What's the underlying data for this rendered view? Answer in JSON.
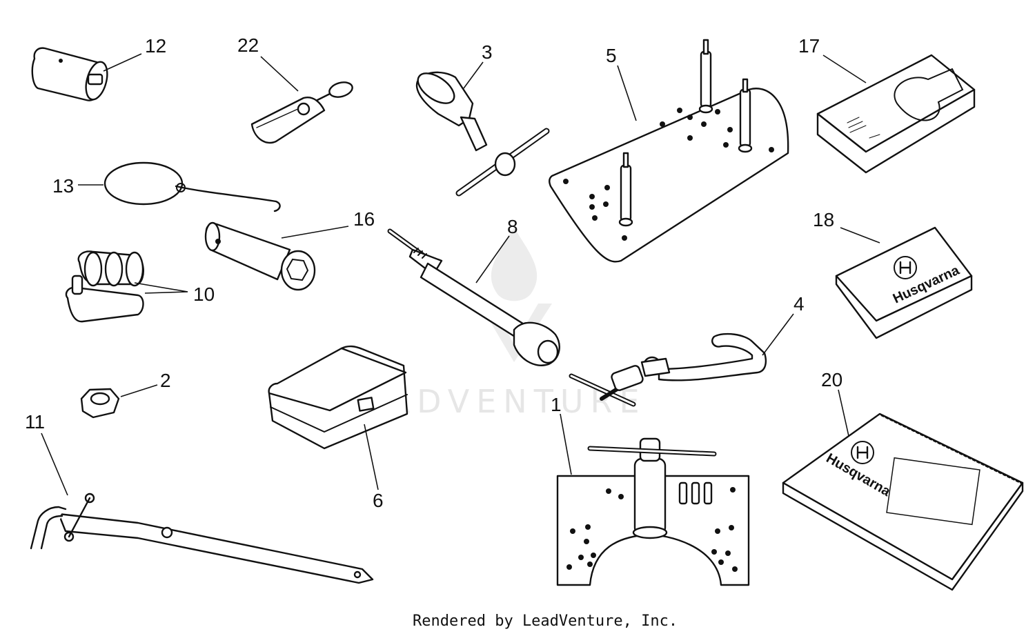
{
  "callouts": {
    "c1": "1",
    "c2": "2",
    "c3": "3",
    "c4": "4",
    "c5": "5",
    "c6": "6",
    "c8": "8",
    "c10": "10",
    "c11": "11",
    "c12": "12",
    "c13": "13",
    "c16": "16",
    "c17": "17",
    "c18": "18",
    "c20": "20",
    "c22": "22"
  },
  "watermark": {
    "text": "LEADVENTURE"
  },
  "manual_logo": {
    "brand": "Husqvarna"
  },
  "footer": {
    "credit": "Rendered by LeadVenture, Inc."
  }
}
